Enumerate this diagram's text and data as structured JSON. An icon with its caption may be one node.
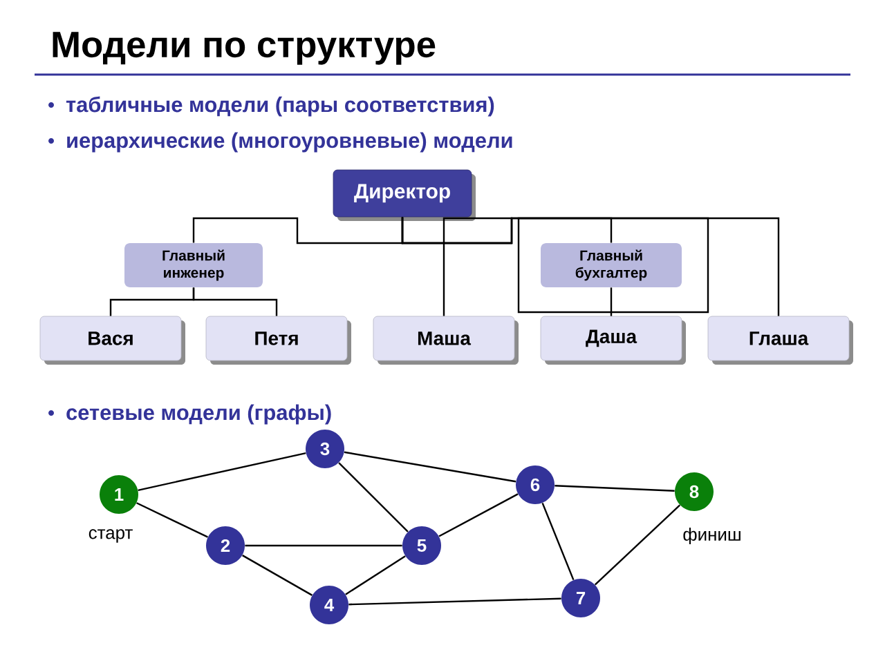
{
  "diagram": {
    "title": "Модели по структуре",
    "nodes": [
      {
        "text": [
          "Директор"
        ]
      },
      {
        "text": [
          "Главный инженер"
        ]
      },
      {
        "text": [
          "Главный бухгалтер"
        ]
      },
      {
        "text": [
          "Вася"
        ]
      },
      {
        "text": [
          "Петя"
        ]
      },
      {
        "text": [
          "Маша"
        ]
      },
      {
        "text": [
          "Даша"
        ]
      },
      {
        "text": [
          "Глаша"
        ]
      },
      {
        "text": [
          "1"
        ],
        "beside": [
          "старт"
        ]
      },
      {
        "text": [
          "3"
        ]
      },
      {
        "text": [
          "6"
        ]
      },
      {
        "text": [
          "8"
        ],
        "beside": [
          "финиш"
        ]
      },
      {
        "text": [
          "2"
        ]
      },
      {
        "text": [
          "5"
        ]
      },
      {
        "text": [
          "7"
        ]
      },
      {
        "text": [
          "4"
        ]
      }
    ],
    "edges": [
      {
        "from": 0,
        "to": 1,
        "arrow": "none"
      },
      {
        "from": 0,
        "to": 5,
        "arrow": "none"
      },
      {
        "from": 0,
        "to": 2,
        "arrow": "none"
      },
      {
        "from": 0,
        "to": 7,
        "arrow": "none"
      },
      {
        "from": 2,
        "to": 6,
        "arrow": "none"
      },
      {
        "from": 1,
        "to": 3,
        "arrow": "none"
      },
      {
        "from": 1,
        "to": 4,
        "arrow": "none"
      },
      {
        "from": 8,
        "to": 9,
        "arrow": "none"
      },
      {
        "from": 8,
        "to": 12,
        "arrow": "none"
      },
      {
        "from": 9,
        "to": 10,
        "arrow": "none"
      },
      {
        "from": 9,
        "to": 13,
        "arrow": "none"
      },
      {
        "from": 10,
        "to": 11,
        "arrow": "none"
      },
      {
        "from": 10,
        "to": 13,
        "arrow": "none"
      },
      {
        "from": 10,
        "to": 14,
        "arrow": "none"
      },
      {
        "from": 12,
        "to": 13,
        "arrow": "none"
      },
      {
        "from": 12,
        "to": 15,
        "arrow": "none"
      },
      {
        "from": 15,
        "to": 13,
        "arrow": "none"
      },
      {
        "from": 15,
        "to": 14,
        "arrow": "none"
      },
      {
        "from": 14,
        "to": 11,
        "arrow": "none"
      }
    ],
    "labels": [
      "табличные модели (пары соответствия)",
      "иерархические (многоуровневые) модели",
      "сетевые модели (графы)"
    ]
  }
}
